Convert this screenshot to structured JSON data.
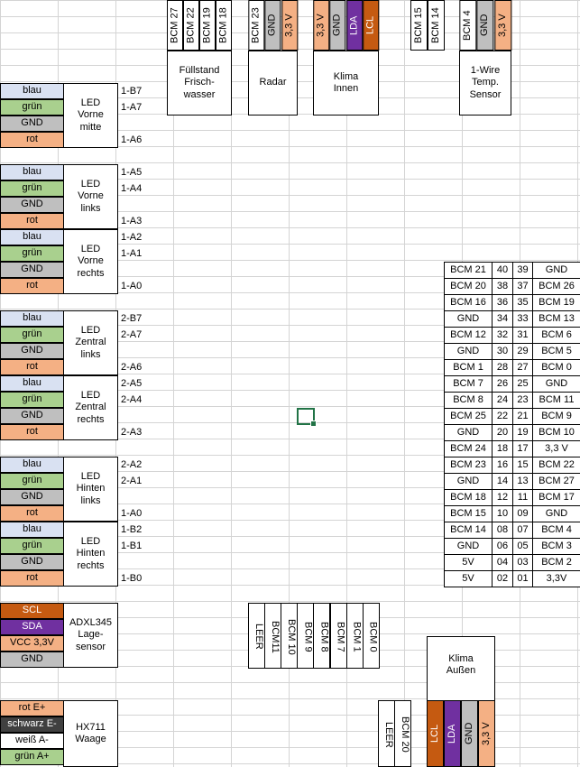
{
  "colors": {
    "blau": "#d9e1f2",
    "gruen": "#a9d08e",
    "gnd": "#bfbfbf",
    "rot": "#f4b084",
    "lila": "#7030a0",
    "orange": "#c55a11",
    "dark": "#404040",
    "white": "#ffffff"
  },
  "top": {
    "bcm_a": [
      "BCM 27",
      "BCM 22",
      "BCM 19",
      "BCM 18"
    ],
    "fuellstand": "Füllstand\nFrisch-\nwasser",
    "radar_pins": [
      "BCM 23",
      "GND",
      "3,3 V"
    ],
    "radar": "Radar",
    "klima_pins": [
      "3,3 V",
      "GND",
      "LDA",
      "LCL"
    ],
    "klima_innen": "Klima\nInnen",
    "bcm_b": [
      "BCM 15",
      "BCM 14"
    ],
    "onewire_pins": [
      "BCM 4",
      "GND",
      "3,3 V"
    ],
    "onewire": "1-Wire\nTemp.\nSensor"
  },
  "leds": [
    {
      "label": "LED\nVorne\nmitte",
      "wires": [
        "blau",
        "grün",
        "GND",
        "rot"
      ],
      "pins": [
        "1-B7",
        "1-A7",
        "",
        "1-A6"
      ]
    },
    {
      "label": "LED\nVorne\nlinks",
      "wires": [
        "blau",
        "grün",
        "GND",
        "rot"
      ],
      "pins": [
        "1-A5",
        "1-A4",
        "",
        "1-A3"
      ]
    },
    {
      "label": "LED\nVorne\nrechts",
      "wires": [
        "blau",
        "grün",
        "GND",
        "rot"
      ],
      "pins": [
        "1-A2",
        "1-A1",
        "",
        "1-A0"
      ]
    },
    {
      "label": "LED\nZentral\nlinks",
      "wires": [
        "blau",
        "grün",
        "GND",
        "rot"
      ],
      "pins": [
        "2-B7",
        "2-A7",
        "",
        "2-A6"
      ]
    },
    {
      "label": "LED\nZentral\nrechts",
      "wires": [
        "blau",
        "grün",
        "GND",
        "rot"
      ],
      "pins": [
        "2-A5",
        "2-A4",
        "",
        "2-A3"
      ]
    },
    {
      "label": "LED\nHinten\nlinks",
      "wires": [
        "blau",
        "grün",
        "GND",
        "rot"
      ],
      "pins": [
        "2-A2",
        "2-A1",
        "",
        "1-A0"
      ]
    },
    {
      "label": "LED\nHinten\nrechts",
      "wires": [
        "blau",
        "grün",
        "GND",
        "rot"
      ],
      "pins": [
        "1-B2",
        "1-B1",
        "",
        "1-B0"
      ]
    }
  ],
  "adxl": {
    "wires": [
      "SCL",
      "SDA",
      "VCC 3,3V",
      "GND"
    ],
    "label": "ADXL345\nLage-\nsensor"
  },
  "hx711": {
    "wires": [
      "rot E+",
      "schwarz E-",
      "weiß A-",
      "grün A+"
    ],
    "label": "HX711\nWaage"
  },
  "header_rows": [
    [
      "BCM 21",
      "40",
      "39",
      "GND"
    ],
    [
      "BCM 20",
      "38",
      "37",
      "BCM 26"
    ],
    [
      "BCM 16",
      "36",
      "35",
      "BCM 19"
    ],
    [
      "GND",
      "34",
      "33",
      "BCM 13"
    ],
    [
      "BCM 12",
      "32",
      "31",
      "BCM 6"
    ],
    [
      "GND",
      "30",
      "29",
      "BCM 5"
    ],
    [
      "BCM 1",
      "28",
      "27",
      "BCM 0"
    ],
    [
      "BCM 7",
      "26",
      "25",
      "GND"
    ],
    [
      "BCM 8",
      "24",
      "23",
      "BCM 11"
    ],
    [
      "BCM 25",
      "22",
      "21",
      "BCM 9"
    ],
    [
      "GND",
      "20",
      "19",
      "BCM 10"
    ],
    [
      "BCM 24",
      "18",
      "17",
      "3,3 V"
    ],
    [
      "BCM 23",
      "16",
      "15",
      "BCM 22"
    ],
    [
      "GND",
      "14",
      "13",
      "BCM 27"
    ],
    [
      "BCM 18",
      "12",
      "11",
      "BCM 17"
    ],
    [
      "BCM 15",
      "10",
      "09",
      "GND"
    ],
    [
      "BCM 14",
      "08",
      "07",
      "BCM 4"
    ],
    [
      "GND",
      "06",
      "05",
      "BCM 3"
    ],
    [
      "5V",
      "04",
      "03",
      "BCM 2"
    ],
    [
      "5V",
      "02",
      "01",
      "3,3V"
    ]
  ],
  "bottom": {
    "bcm_row": [
      "LEER",
      "BCM11",
      "BCM 10",
      "BCM 9",
      "BCM 8",
      "BCM 7",
      "BCM 1",
      "BCM 0"
    ],
    "leer2": [
      "LEER",
      "BCM 20"
    ],
    "klima_aussen": "Klima\nAußen",
    "klima_pins": [
      "LCL",
      "LDA",
      "GND",
      "3,3 V"
    ]
  }
}
